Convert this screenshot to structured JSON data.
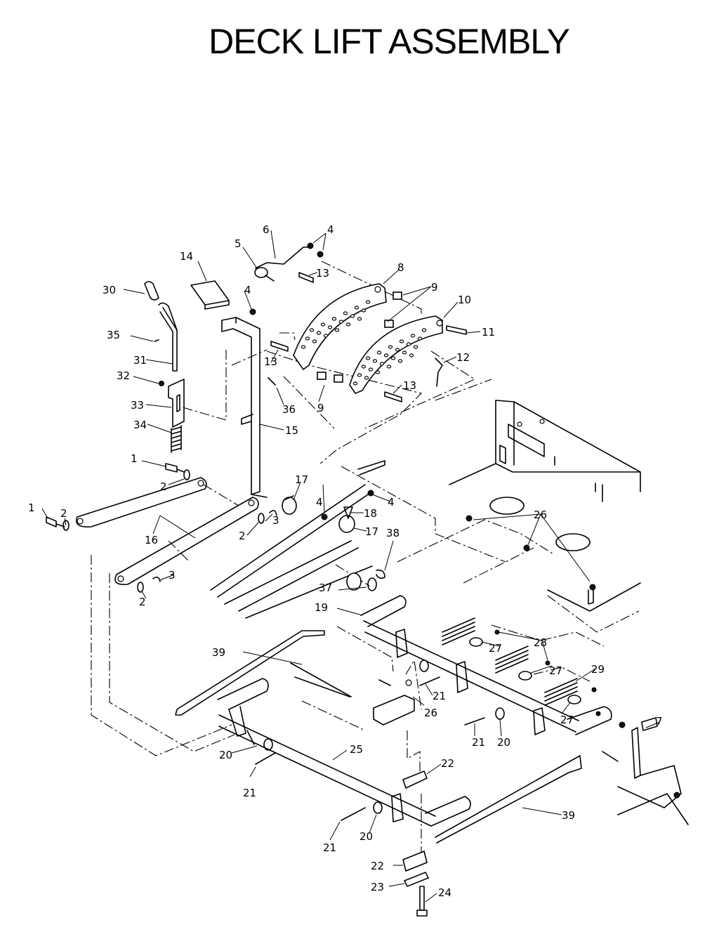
{
  "title": "DECK LIFT ASSEMBLY",
  "callouts": [
    "1",
    "1",
    "2",
    "2",
    "2",
    "2",
    "3",
    "3",
    "4",
    "4",
    "4",
    "4",
    "5",
    "6",
    "7",
    "8",
    "9",
    "9",
    "10",
    "11",
    "12",
    "13",
    "13",
    "13",
    "14",
    "15",
    "16",
    "17",
    "17",
    "18",
    "19",
    "20",
    "20",
    "20",
    "21",
    "21",
    "21",
    "21",
    "22",
    "22",
    "23",
    "24",
    "25",
    "26",
    "26",
    "27",
    "27",
    "27",
    "28",
    "29",
    "30",
    "31",
    "32",
    "33",
    "34",
    "35",
    "36",
    "37",
    "38",
    "39",
    "39"
  ]
}
